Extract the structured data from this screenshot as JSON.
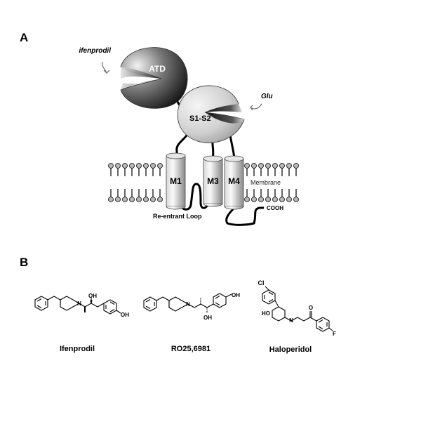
{
  "panel_a": {
    "label": "A",
    "ligand_atd": "ifenprodil",
    "ligand_s1s2": "Glu",
    "domains": {
      "atd": "ATD",
      "s1s2": "S1-S2",
      "m1": "M1",
      "m3": "M3",
      "m4": "M4"
    },
    "membrane_label": "Membrane",
    "loop_label": "Re-entrant Loop",
    "c_terminus": "COOH"
  },
  "panel_b": {
    "label": "B",
    "compounds": [
      {
        "name": "Ifenprodil",
        "atom_labels": [
          "N",
          "OH",
          "OH"
        ]
      },
      {
        "name": "RO25,6981",
        "atom_labels": [
          "N",
          "OH",
          "OH"
        ]
      },
      {
        "name": "Haloperidol",
        "atom_labels": [
          "Cl",
          "HO",
          "N",
          "O",
          "F"
        ]
      }
    ]
  },
  "colors": {
    "ink": "#000000",
    "lipid_head": "#b8b8b8",
    "domain_dark": "#1a1a1a",
    "domain_light": "#e8e8e8"
  }
}
